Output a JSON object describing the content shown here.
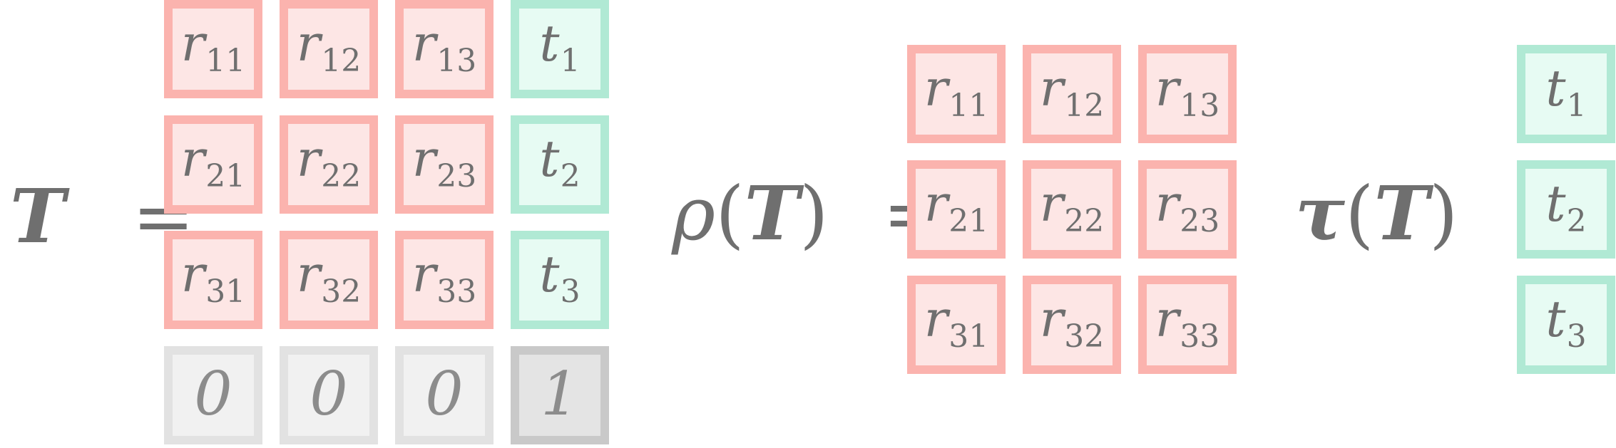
{
  "lhs": {
    "T": "T",
    "equals": "="
  },
  "rho": {
    "func": "ρ",
    "open": "(",
    "arg": "T",
    "close": ")",
    "equals": "="
  },
  "tau": {
    "func": "τ",
    "open": "(",
    "arg": "T",
    "close": ")",
    "equals": "="
  },
  "matrix_T": {
    "rows": [
      [
        {
          "var": "r",
          "sub": "11",
          "kind": "red"
        },
        {
          "var": "r",
          "sub": "12",
          "kind": "red"
        },
        {
          "var": "r",
          "sub": "13",
          "kind": "red"
        },
        {
          "var": "t",
          "sub": "1",
          "kind": "green"
        }
      ],
      [
        {
          "var": "r",
          "sub": "21",
          "kind": "red"
        },
        {
          "var": "r",
          "sub": "22",
          "kind": "red"
        },
        {
          "var": "r",
          "sub": "23",
          "kind": "red"
        },
        {
          "var": "t",
          "sub": "2",
          "kind": "green"
        }
      ],
      [
        {
          "var": "r",
          "sub": "31",
          "kind": "red"
        },
        {
          "var": "r",
          "sub": "32",
          "kind": "red"
        },
        {
          "var": "r",
          "sub": "33",
          "kind": "red"
        },
        {
          "var": "t",
          "sub": "3",
          "kind": "green"
        }
      ],
      [
        {
          "var": "0",
          "sub": "",
          "kind": "gray"
        },
        {
          "var": "0",
          "sub": "",
          "kind": "gray"
        },
        {
          "var": "0",
          "sub": "",
          "kind": "gray"
        },
        {
          "var": "1",
          "sub": "",
          "kind": "dgray"
        }
      ]
    ]
  },
  "matrix_rho": {
    "rows": [
      [
        {
          "var": "r",
          "sub": "11"
        },
        {
          "var": "r",
          "sub": "12"
        },
        {
          "var": "r",
          "sub": "13"
        }
      ],
      [
        {
          "var": "r",
          "sub": "21"
        },
        {
          "var": "r",
          "sub": "22"
        },
        {
          "var": "r",
          "sub": "23"
        }
      ],
      [
        {
          "var": "r",
          "sub": "31"
        },
        {
          "var": "r",
          "sub": "32"
        },
        {
          "var": "r",
          "sub": "33"
        }
      ]
    ]
  },
  "vector_tau": {
    "rows": [
      {
        "var": "t",
        "sub": "1"
      },
      {
        "var": "t",
        "sub": "2"
      },
      {
        "var": "t",
        "sub": "3"
      }
    ]
  },
  "colors": {
    "rotation_border": "#fbb3ae",
    "rotation_fill": "#fde6e5",
    "translation_border": "#b0e9d4",
    "translation_fill": "#e7fbf3",
    "zero_border": "#e2e2e2",
    "zero_fill": "#f1f1f1",
    "one_border": "#c9c9c9",
    "one_fill": "#e4e4e4",
    "text": "#6f6f6f"
  }
}
